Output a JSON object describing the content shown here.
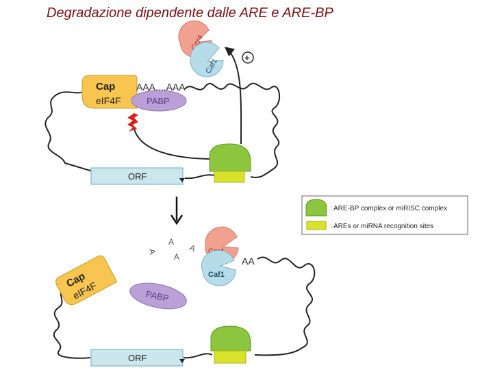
{
  "title": "Degradazione dipendente dalle ARE e ARE-BP",
  "top_panel": {
    "cap": "Cap",
    "eif4f": "eIF4F",
    "polya": "AAA....AAA",
    "pabp": "PABP",
    "ccr4": "Ccr4",
    "caf1": "Caf1",
    "plus": "+",
    "orf": "ORF"
  },
  "legend": {
    "items": [
      {
        "label": ": ARE-BP complex or miRISC complex",
        "color": "#8cc63f",
        "shape": "dome"
      },
      {
        "label": ": AREs or miRNA recognition sites",
        "color": "#d8e22a",
        "shape": "rect"
      }
    ]
  },
  "bottom_panel": {
    "cap": "Cap",
    "eif4f": "eIF4F",
    "pabp": "PABP",
    "ccr4": "Ccr4",
    "caf1": "Caf1",
    "released_a": [
      "A",
      "A",
      "A",
      "A"
    ],
    "aa": "AA",
    "orf": "ORF"
  },
  "colors": {
    "title": "#7b1010",
    "cap_complex": "#f7c550",
    "pabp": "#b9a0d6",
    "ccr4": "#f2a190",
    "caf1": "#b5dce8",
    "orf_box": "#cce6ee",
    "are_bp": "#8cc63f",
    "are_site": "#d8e22a",
    "inhibit_marker": "#d9201c"
  }
}
